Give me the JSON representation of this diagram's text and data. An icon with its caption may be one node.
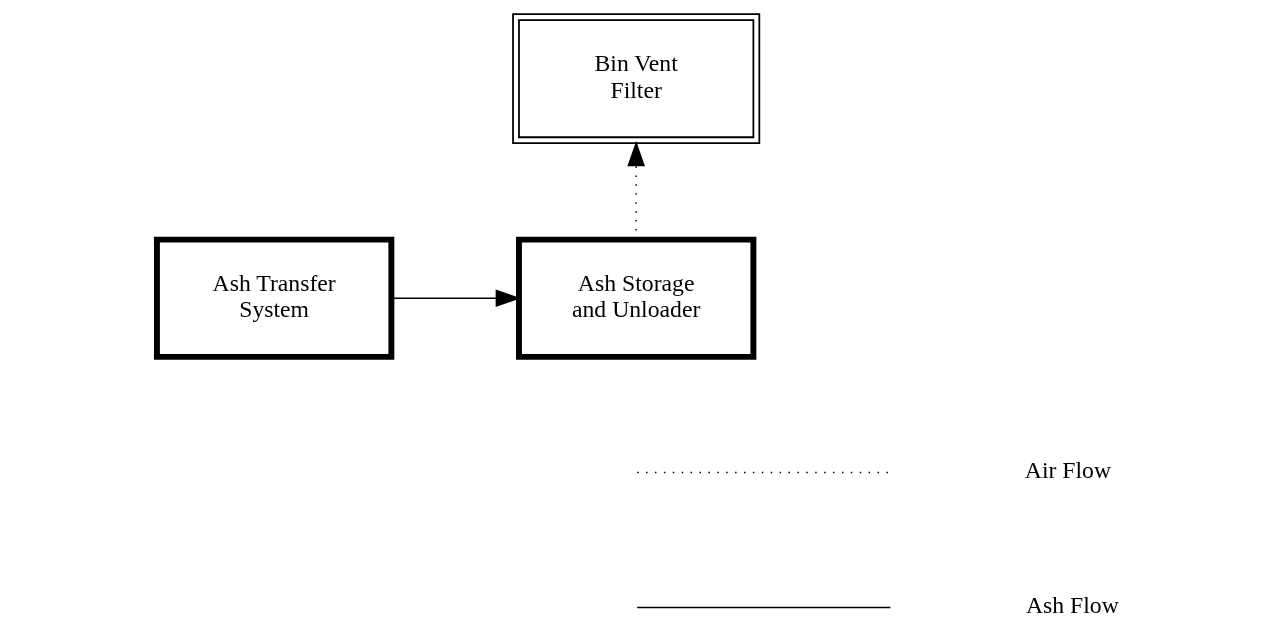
{
  "diagram": {
    "nodes": [
      {
        "text": [
          "Bin Vent Filter"
        ]
      },
      {
        "text": [
          "Ash Transfer System"
        ]
      },
      {
        "text": [
          "Ash Storage and Unloader"
        ]
      }
    ],
    "edges": [
      {
        "from": 1,
        "to": 2,
        "arrow": "to"
      },
      {
        "from": 2,
        "to": 0,
        "arrow": "to",
        "style": "dashed"
      }
    ],
    "legend": [
      {
        "text": "Air Flow"
      },
      {
        "text": "Ash Flow"
      }
    ]
  }
}
